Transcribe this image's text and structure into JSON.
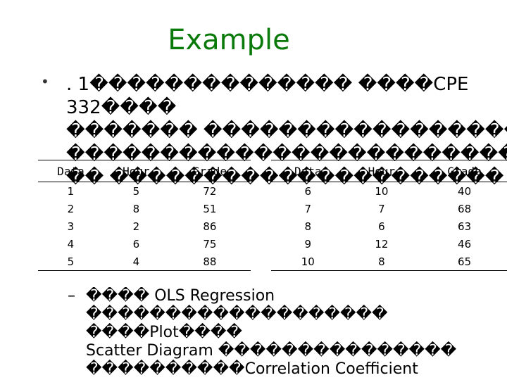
{
  "slide": {
    "title": "Example",
    "bullet_symbol": "•",
    "bullet_text": ". 1�������������� ����CPE 332����\n������� �����������������\n������������������������\n�� ���������������������",
    "sub_dash": "–",
    "sub_text": "���� OLS Regression\n������������������� ����Plot����\nScatter Diagram ���������������\n����������Correlation Coefficient"
  },
  "table_left": {
    "headers": [
      "Data",
      "Hour",
      "Grade"
    ],
    "rows": [
      [
        "1",
        "5",
        "72"
      ],
      [
        "2",
        "8",
        "51"
      ],
      [
        "3",
        "2",
        "86"
      ],
      [
        "4",
        "6",
        "75"
      ],
      [
        "5",
        "4",
        "88"
      ]
    ]
  },
  "table_right": {
    "headers": [
      "Data",
      "Hour",
      "Grade"
    ],
    "rows": [
      [
        "6",
        "10",
        "40"
      ],
      [
        "7",
        "7",
        "68"
      ],
      [
        "8",
        "6",
        "63"
      ],
      [
        "9",
        "12",
        "46"
      ],
      [
        "10",
        "8",
        "65"
      ]
    ]
  }
}
